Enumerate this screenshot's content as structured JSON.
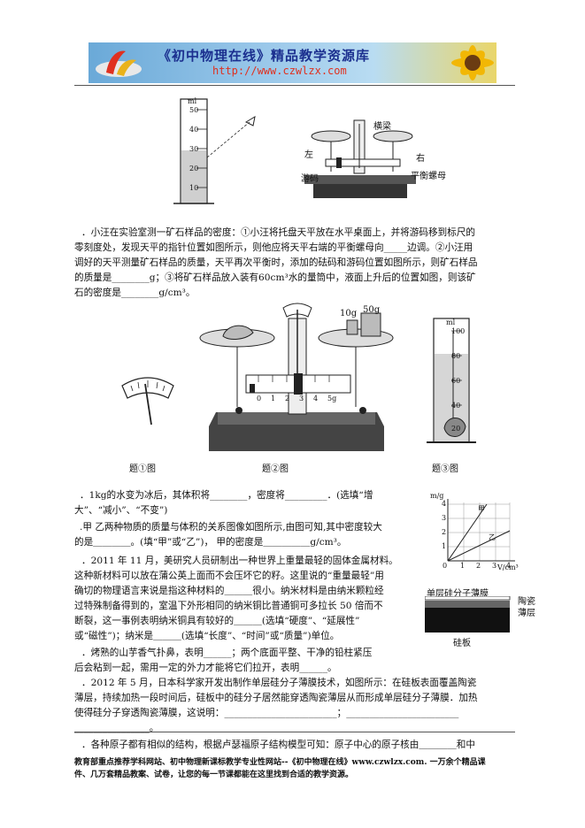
{
  "header": {
    "title": "《初中物理在线》精品教学资源库",
    "url": "http://www.czwlzx.com"
  },
  "fig_top": {
    "cylinder_unit": "ml",
    "cylinder_ticks": [
      "50",
      "40",
      "30",
      "20",
      "10"
    ],
    "balance_labels": {
      "beam": "横梁",
      "left": "左",
      "right": "右",
      "rider": "游码",
      "nut": "平衡螺母"
    }
  },
  "q1": {
    "lines": [
      "．小汪在实验室测一矿石样品的密度：①小汪将托盘天平放在水平桌面上，并将游码移到标尺的",
      "零刻度处，发现天平的指针位置如图所示，则他应将天平右端的平衡螺母向_____边调。②小汪用",
      "调好的天平测量矿石样品的质量，天平再次平衡时，添加的砝码和游码位置如图所示，则矿石样品",
      "的质量是________g；③将矿石样品放入装有60cm³水的量筒中，液面上升后的位置如图，则该矿",
      "石的密度是________g/cm³。"
    ]
  },
  "fig_mid": {
    "weights": [
      "10g",
      "50g"
    ],
    "scale_ticks": [
      "0",
      "1",
      "2",
      "3",
      "4",
      "5g"
    ],
    "cyl_unit": "ml",
    "cyl_ticks": [
      "100",
      "80",
      "60",
      "40",
      "20"
    ],
    "captions": [
      "题①图",
      "题②图",
      "题③图"
    ]
  },
  "q2": {
    "lines": [
      "．1kg的水变为冰后，其体积将________，密度将_________．(选填“增",
      "大”、“减小”、“不变”)"
    ]
  },
  "q3": {
    "lines": [
      ".甲 乙两种物质的质量与体积的关系图像如图所示,由图可知,其中密度较大",
      "的是＿＿＿＿。(填“甲”或“乙”)， 甲的密度是＿＿＿＿＿g/cm³。"
    ]
  },
  "graph": {
    "ylabel": "m/g",
    "xlabel": "V/cm³",
    "series_labels": [
      "甲",
      "乙"
    ],
    "x_ticks": [
      "0",
      "1",
      "2",
      "3",
      "4"
    ],
    "y_ticks": [
      "4",
      "3",
      "2",
      "1"
    ]
  },
  "q4": {
    "lines": [
      "．2011 年 11 月，美研究人员研制出一种世界上重量最轻的固体金属材料。",
      "这种新材料可以放在蒲公英上面而不会压坏它的籽。这里说的“重量最轻”用",
      "确切的物理语言来说是指这种材料的＿＿＿很小。纳米材料是由纳米颗粒经",
      "过特殊制备得到的，室温下外形相同的纳米铜比普通铜可多拉长 50 倍而不",
      "断裂，这一事例表明纳米铜具有较好的＿＿＿(选填“硬度”、“延展性”",
      "或“磁性”)；纳米是＿＿＿(选填“长度”、“时间”或“质量”)单位。"
    ]
  },
  "film": {
    "top_label": "单层硅分子薄膜",
    "ceramic_label": "陶瓷",
    "layer_label": "薄层",
    "board_label": "硅板"
  },
  "q5": {
    "lines": [
      "．烤熟的山芋香气扑鼻，表明______；两个底面平整、干净的铅柱紧压",
      "后会粘到一起，需用一定的外力才能将它们拉开，表明______。"
    ]
  },
  "q6": {
    "lines": [
      "．2012 年 5 月，日本科学家开发出制作单层硅分子薄膜技术，如图所示：在硅板表面覆盖陶瓷",
      "薄层，持续加热一段时间后，硅板中的硅分子居然能穿透陶瓷薄层从而形成单层硅分子薄膜．加热",
      "使得硅分子穿透陶瓷薄膜，这说明：________________________；________________________",
      "________________。"
    ]
  },
  "q7": {
    "line": "．各种原子都有相似的结构，根据卢瑟福原子结构模型可知：原子中心的原子核由＿＿＿＿和中"
  },
  "footer": {
    "lines": [
      "教育部重点推荐学科网站、初中物理新课标教学专业性网站--《初中物理在线》www.czwlzx.com. 一万余个精品课",
      "件、几万套精品教案、试卷，让您的每一节课都能在这里找到合适的教学资源。"
    ]
  }
}
